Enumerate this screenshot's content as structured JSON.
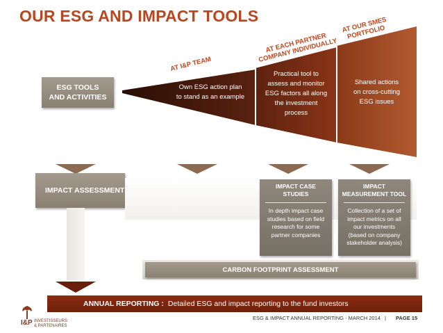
{
  "title": "OUR ESG AND IMPACT TOOLS",
  "esg_tools": {
    "label_line1": "ESG TOOLS",
    "label_line2": "AND ACTIVITIES",
    "level_team": "AT I&P TEAM",
    "level_company": "AT EACH PARTNER COMPANY INDIVIDUALLY",
    "level_company_line1": "AT EACH PARTNER",
    "level_company_line2": "COMPANY INDIVIDUALLY",
    "level_portfolio_line1": "AT OUR SMES",
    "level_portfolio_line2": "PORTFOLIO",
    "segment_team": [
      "Own ESG action plan",
      "to stand as an example"
    ],
    "segment_company": [
      "Practical tool to",
      "assess and monitor",
      "ESG factors all along",
      "the investment",
      "process"
    ],
    "segment_portfolio": [
      "Shared actions",
      "on cross-cutting",
      "ESG issues"
    ]
  },
  "impact": {
    "label": "IMPACT ASSESSMENT",
    "case_studies": {
      "title_line1": "IMPACT CASE",
      "title_line2": "STUDIES",
      "body": [
        "In depth impact case",
        "studies based on field",
        "research for some",
        "partner companies"
      ]
    },
    "measurement_tool": {
      "title_line1": "IMPACT",
      "title_line2": "MEASUREMENT TOOL",
      "body": [
        "Collection of a set of",
        "impact metrics on all",
        "our investments",
        "(based on company",
        "stakeholder analysis)"
      ]
    }
  },
  "carbon": {
    "label": "CARBON FOOTPRINT ASSESSMENT"
  },
  "annual": {
    "label": "ANNUAL REPORTING :",
    "text": "Detailed ESG and impact reporting to the fund investors"
  },
  "footer": {
    "report": "ESG & IMPACT ANNUAL REPORTING - MARCH 2014",
    "separator": "|",
    "page": "PAGE 15",
    "logo_line1": "INVESTISSEURS",
    "logo_line2": "& PARTENAIRES",
    "logo_initials": "I&P"
  },
  "colors": {
    "title": "#b8461e",
    "wedge_dark": "#4a1a0c",
    "wedge_mid": "#7a2a12",
    "wedge_light": "#a0401e",
    "gray_box": "#857d72",
    "arrow": "#8c6b52"
  }
}
